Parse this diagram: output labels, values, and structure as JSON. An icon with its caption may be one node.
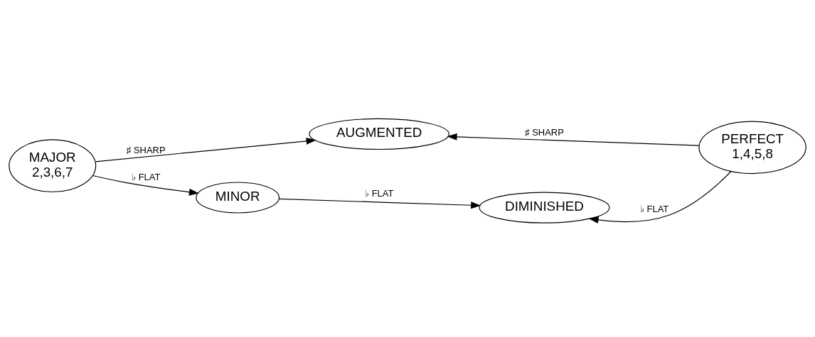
{
  "diagram": {
    "nodes": [
      {
        "text": [
          "MAJOR",
          "2,3,6,7"
        ]
      },
      {
        "text": [
          "AUGMENTED"
        ]
      },
      {
        "text": [
          "MINOR"
        ]
      },
      {
        "text": [
          "DIMINISHED"
        ]
      },
      {
        "text": [
          "PERFECT",
          "1,4,5,8"
        ]
      }
    ],
    "edges": [
      {
        "from": 0,
        "to": 1,
        "arrow": "to",
        "label": "♯ SHARP"
      },
      {
        "from": 4,
        "to": 1,
        "arrow": "to",
        "label": "♯ SHARP"
      },
      {
        "from": 0,
        "to": 2,
        "arrow": "to",
        "label": "♭ FLAT"
      },
      {
        "from": 2,
        "to": 3,
        "arrow": "to",
        "label": "♭ FLAT"
      },
      {
        "from": 4,
        "to": 3,
        "arrow": "to",
        "label": "♭ FLAT"
      }
    ]
  }
}
